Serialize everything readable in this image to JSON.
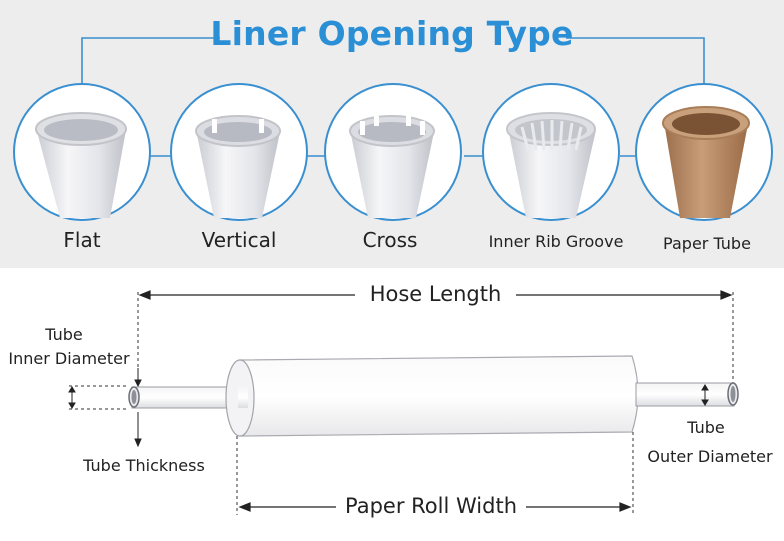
{
  "title": "Liner Opening Type",
  "types": [
    {
      "label": "Flat",
      "icon": "flat-tube-icon"
    },
    {
      "label": "Vertical",
      "icon": "vertical-slot-tube-icon"
    },
    {
      "label": "Cross",
      "icon": "cross-slot-tube-icon"
    },
    {
      "label": "Inner Rib Groove",
      "icon": "inner-rib-groove-tube-icon"
    },
    {
      "label": "Paper Tube",
      "icon": "paper-tube-icon"
    }
  ],
  "diagram": {
    "hose_length": "Hose Length",
    "tube_inner_diameter_line1": "Tube",
    "tube_inner_diameter_line2": "Inner Diameter",
    "tube_thickness": "Tube Thickness",
    "tube_outer_diameter_line1": "Tube",
    "tube_outer_diameter_line2": "Outer Diameter",
    "paper_roll_width": "Paper Roll Width"
  },
  "colors": {
    "title": "#2b8fd6",
    "accent_line": "#3a8fd0",
    "top_background": "#ededed",
    "paper_tube": "#b88a62"
  }
}
